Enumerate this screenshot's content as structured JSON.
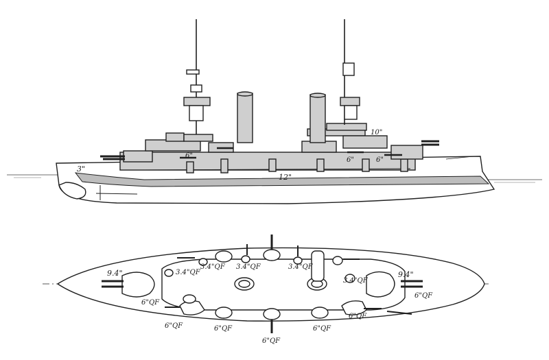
{
  "colors": {
    "ink": "#1f1f1f",
    "armor": "#bdbdbd",
    "paper": "#ffffff",
    "water": "#6e6e6e"
  },
  "profile_labels": {
    "forward_barbette": "3\"",
    "casemate_fwd": "6\"",
    "casemate_mid": "6\"",
    "casemate_aft": "6\"",
    "belt": "12\"",
    "conning_tower_aft": "10\""
  },
  "plan_labels": {
    "fwd_turret": "9.4\"",
    "aft_turret": "9.4\"",
    "qf_fwd": "3.4\"QF",
    "qf_fwd2": "3.4\"QF",
    "qf_mid": "3.4\"QF",
    "qf_aft": "3.4\"QF",
    "qf_aft2": "3.4\"QF",
    "six_fwd_upper": "6\"QF",
    "six_fwd_lower": "6\"QF",
    "six_mid_lower": "6\"QF",
    "six_centre_lower": "6\"QF",
    "six_aft_lower": "6\"QF",
    "six_aft_mid": "6\"QF",
    "six_aft_upper": "6\"QF"
  }
}
